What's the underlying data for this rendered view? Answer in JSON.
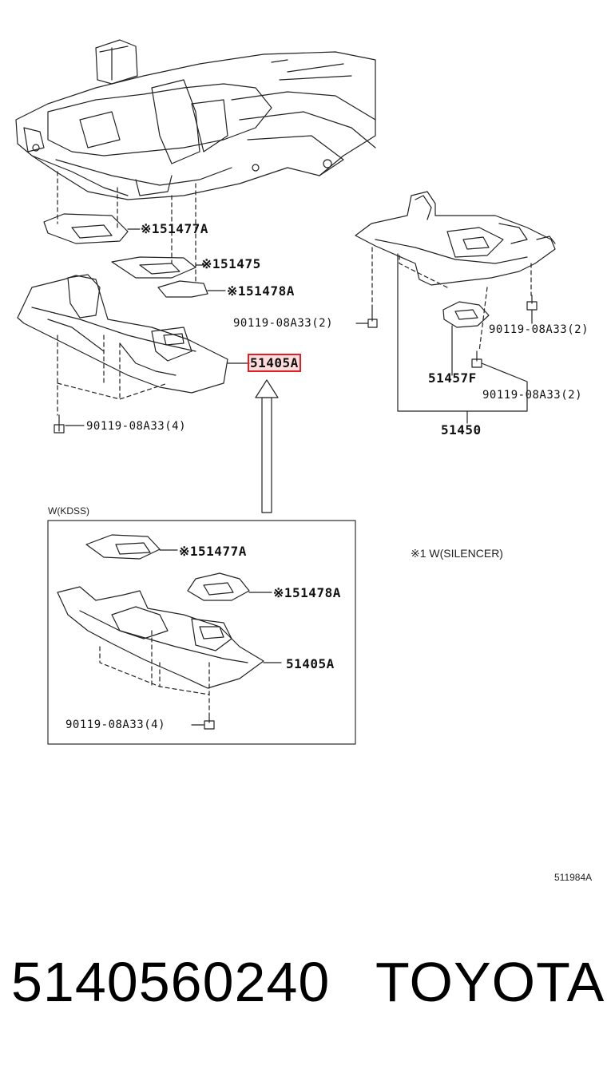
{
  "labels": {
    "top_151477a": "※151477A",
    "top_151475": "※151475",
    "top_151478a": "※151478A",
    "bolt_left_2": "90119-08A33(2)",
    "hl_51405a": "51405A",
    "bolt_left_4": "90119-08A33(4)",
    "right_bolt_2a": "90119-08A33(2)",
    "part_51457f": "51457F",
    "right_bolt_2b": "90119-08A33(2)",
    "part_51450": "51450",
    "kdss_caption": "W(KDSS)",
    "kdss_151477a": "※151477A",
    "kdss_151478a": "※151478A",
    "kdss_51405a": "51405A",
    "kdss_bolt_4": "90119-08A33(4)",
    "silencer_note": "※1 W(SILENCER)",
    "figure_code": "511984A"
  },
  "footer": {
    "part_number": "5140560240",
    "brand": "TOYOTA"
  },
  "colors": {
    "highlight": "#e21f26",
    "line": "#222222"
  }
}
